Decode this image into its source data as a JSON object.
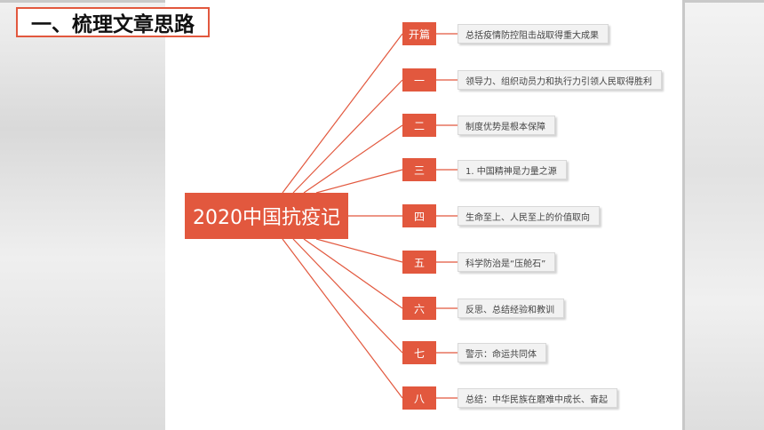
{
  "page_title": "一、梳理文章思路",
  "center": "2020中国抗疫记",
  "branches": [
    {
      "label": "开篇",
      "text": "总括疫情防控阻击战取得重大成果"
    },
    {
      "label": "一",
      "text": "领导力、组织动员力和执行力引领人民取得胜利"
    },
    {
      "label": "二",
      "text": "制度优势是根本保障"
    },
    {
      "label": "三",
      "text": "1. 中国精神是力量之源"
    },
    {
      "label": "四",
      "text": "生命至上、人民至上的价值取向"
    },
    {
      "label": "五",
      "text": "科学防治是“压舱石”"
    },
    {
      "label": "六",
      "text": "反思、总结经验和教训"
    },
    {
      "label": "七",
      "text": "警示：命运共同体"
    },
    {
      "label": "八",
      "text": "总结：中华民族在磨难中成长、奋起"
    }
  ],
  "colors": {
    "accent": "#e2583e",
    "leaf_bg": "#f2f2f2"
  }
}
